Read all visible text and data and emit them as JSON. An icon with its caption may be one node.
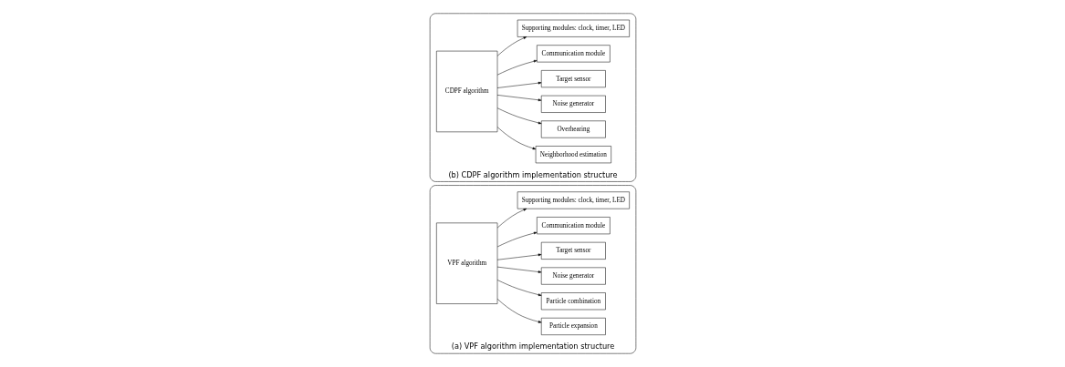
{
  "diagram": {
    "nodes": [
      {
        "text": [
          "(a) VPF algorithm implementation structure"
        ]
      },
      {
        "text": [
          "VPF algorithm"
        ],
        "in": 0
      },
      {
        "text": [
          "Particle expansion"
        ],
        "in": 0
      },
      {
        "text": [
          "Particle combination"
        ],
        "in": 0
      },
      {
        "text": [
          "Noise generator"
        ],
        "in": 0
      },
      {
        "text": [
          "Target sensor"
        ],
        "in": 0
      },
      {
        "text": [
          "Communication module"
        ],
        "in": 0
      },
      {
        "text": [
          "Supporting modules: clock, timer, LED"
        ],
        "in": 0
      },
      {
        "text": [
          "(b) CDPF algorithm implementation structure"
        ]
      },
      {
        "text": [
          "CDPF algorithm"
        ],
        "in": 8
      },
      {
        "text": [
          "Neighborhood estimation"
        ],
        "in": 8
      },
      {
        "text": [
          "Overhearing"
        ],
        "in": 8
      },
      {
        "text": [
          "Noise generator"
        ],
        "in": 8
      },
      {
        "text": [
          "Target sensor"
        ],
        "in": 8
      },
      {
        "text": [
          "Communication module"
        ],
        "in": 8
      },
      {
        "text": [
          "Supporting modules: clock, timer, LED"
        ],
        "in": 8
      }
    ],
    "edges": [
      {
        "from": 1,
        "to": 2,
        "arrow": "to"
      },
      {
        "from": 1,
        "to": 3,
        "arrow": "to"
      },
      {
        "from": 1,
        "to": 4,
        "arrow": "to"
      },
      {
        "from": 1,
        "to": 5,
        "arrow": "to"
      },
      {
        "from": 1,
        "to": 6,
        "arrow": "to"
      },
      {
        "from": 1,
        "to": 7,
        "arrow": "to"
      },
      {
        "from": 9,
        "to": 10,
        "arrow": "to"
      },
      {
        "from": 9,
        "to": 11,
        "arrow": "to"
      },
      {
        "from": 9,
        "to": 12,
        "arrow": "to"
      },
      {
        "from": 9,
        "to": 13,
        "arrow": "to"
      },
      {
        "from": 9,
        "to": 14,
        "arrow": "to"
      },
      {
        "from": 9,
        "to": 15,
        "arrow": "to"
      }
    ]
  }
}
